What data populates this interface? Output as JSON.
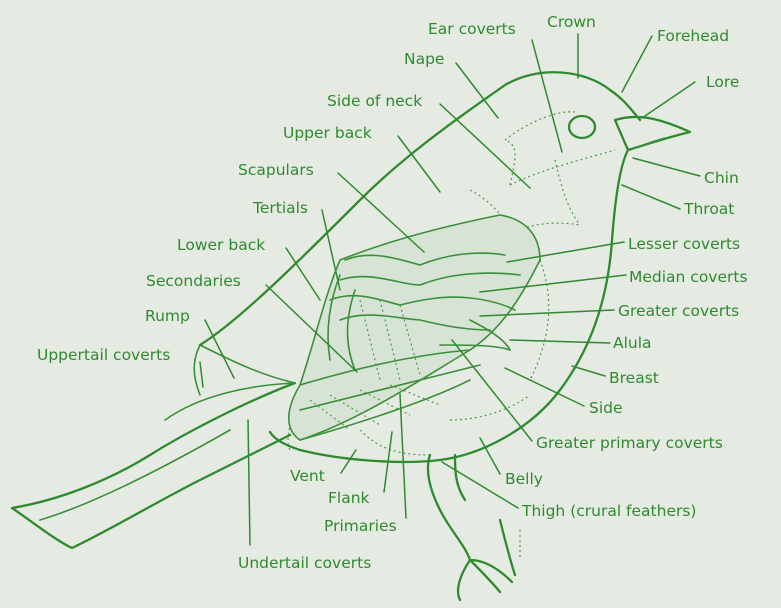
{
  "diagram": {
    "colors": {
      "line": "#2f8a2f",
      "background": "#e5ebe2"
    },
    "labels": {
      "ear_coverts": "Ear coverts",
      "crown": "Crown",
      "forehead": "Forehead",
      "nape": "Nape",
      "lore": "Lore",
      "side_of_neck": "Side of neck",
      "upper_back": "Upper back",
      "scapulars": "Scapulars",
      "chin": "Chin",
      "throat": "Throat",
      "tertials": "Tertials",
      "lower_back": "Lower back",
      "lesser_coverts": "Lesser coverts",
      "median_coverts": "Median coverts",
      "secondaries": "Secondaries",
      "greater_coverts": "Greater coverts",
      "rump": "Rump",
      "alula": "Alula",
      "uppertail_coverts": "Uppertail coverts",
      "breast": "Breast",
      "side": "Side",
      "greater_primary_coverts": "Greater primary coverts",
      "vent": "Vent",
      "belly": "Belly",
      "flank": "Flank",
      "thigh": "Thigh (crural feathers)",
      "primaries": "Primaries",
      "undertail_coverts": "Undertail coverts"
    }
  }
}
